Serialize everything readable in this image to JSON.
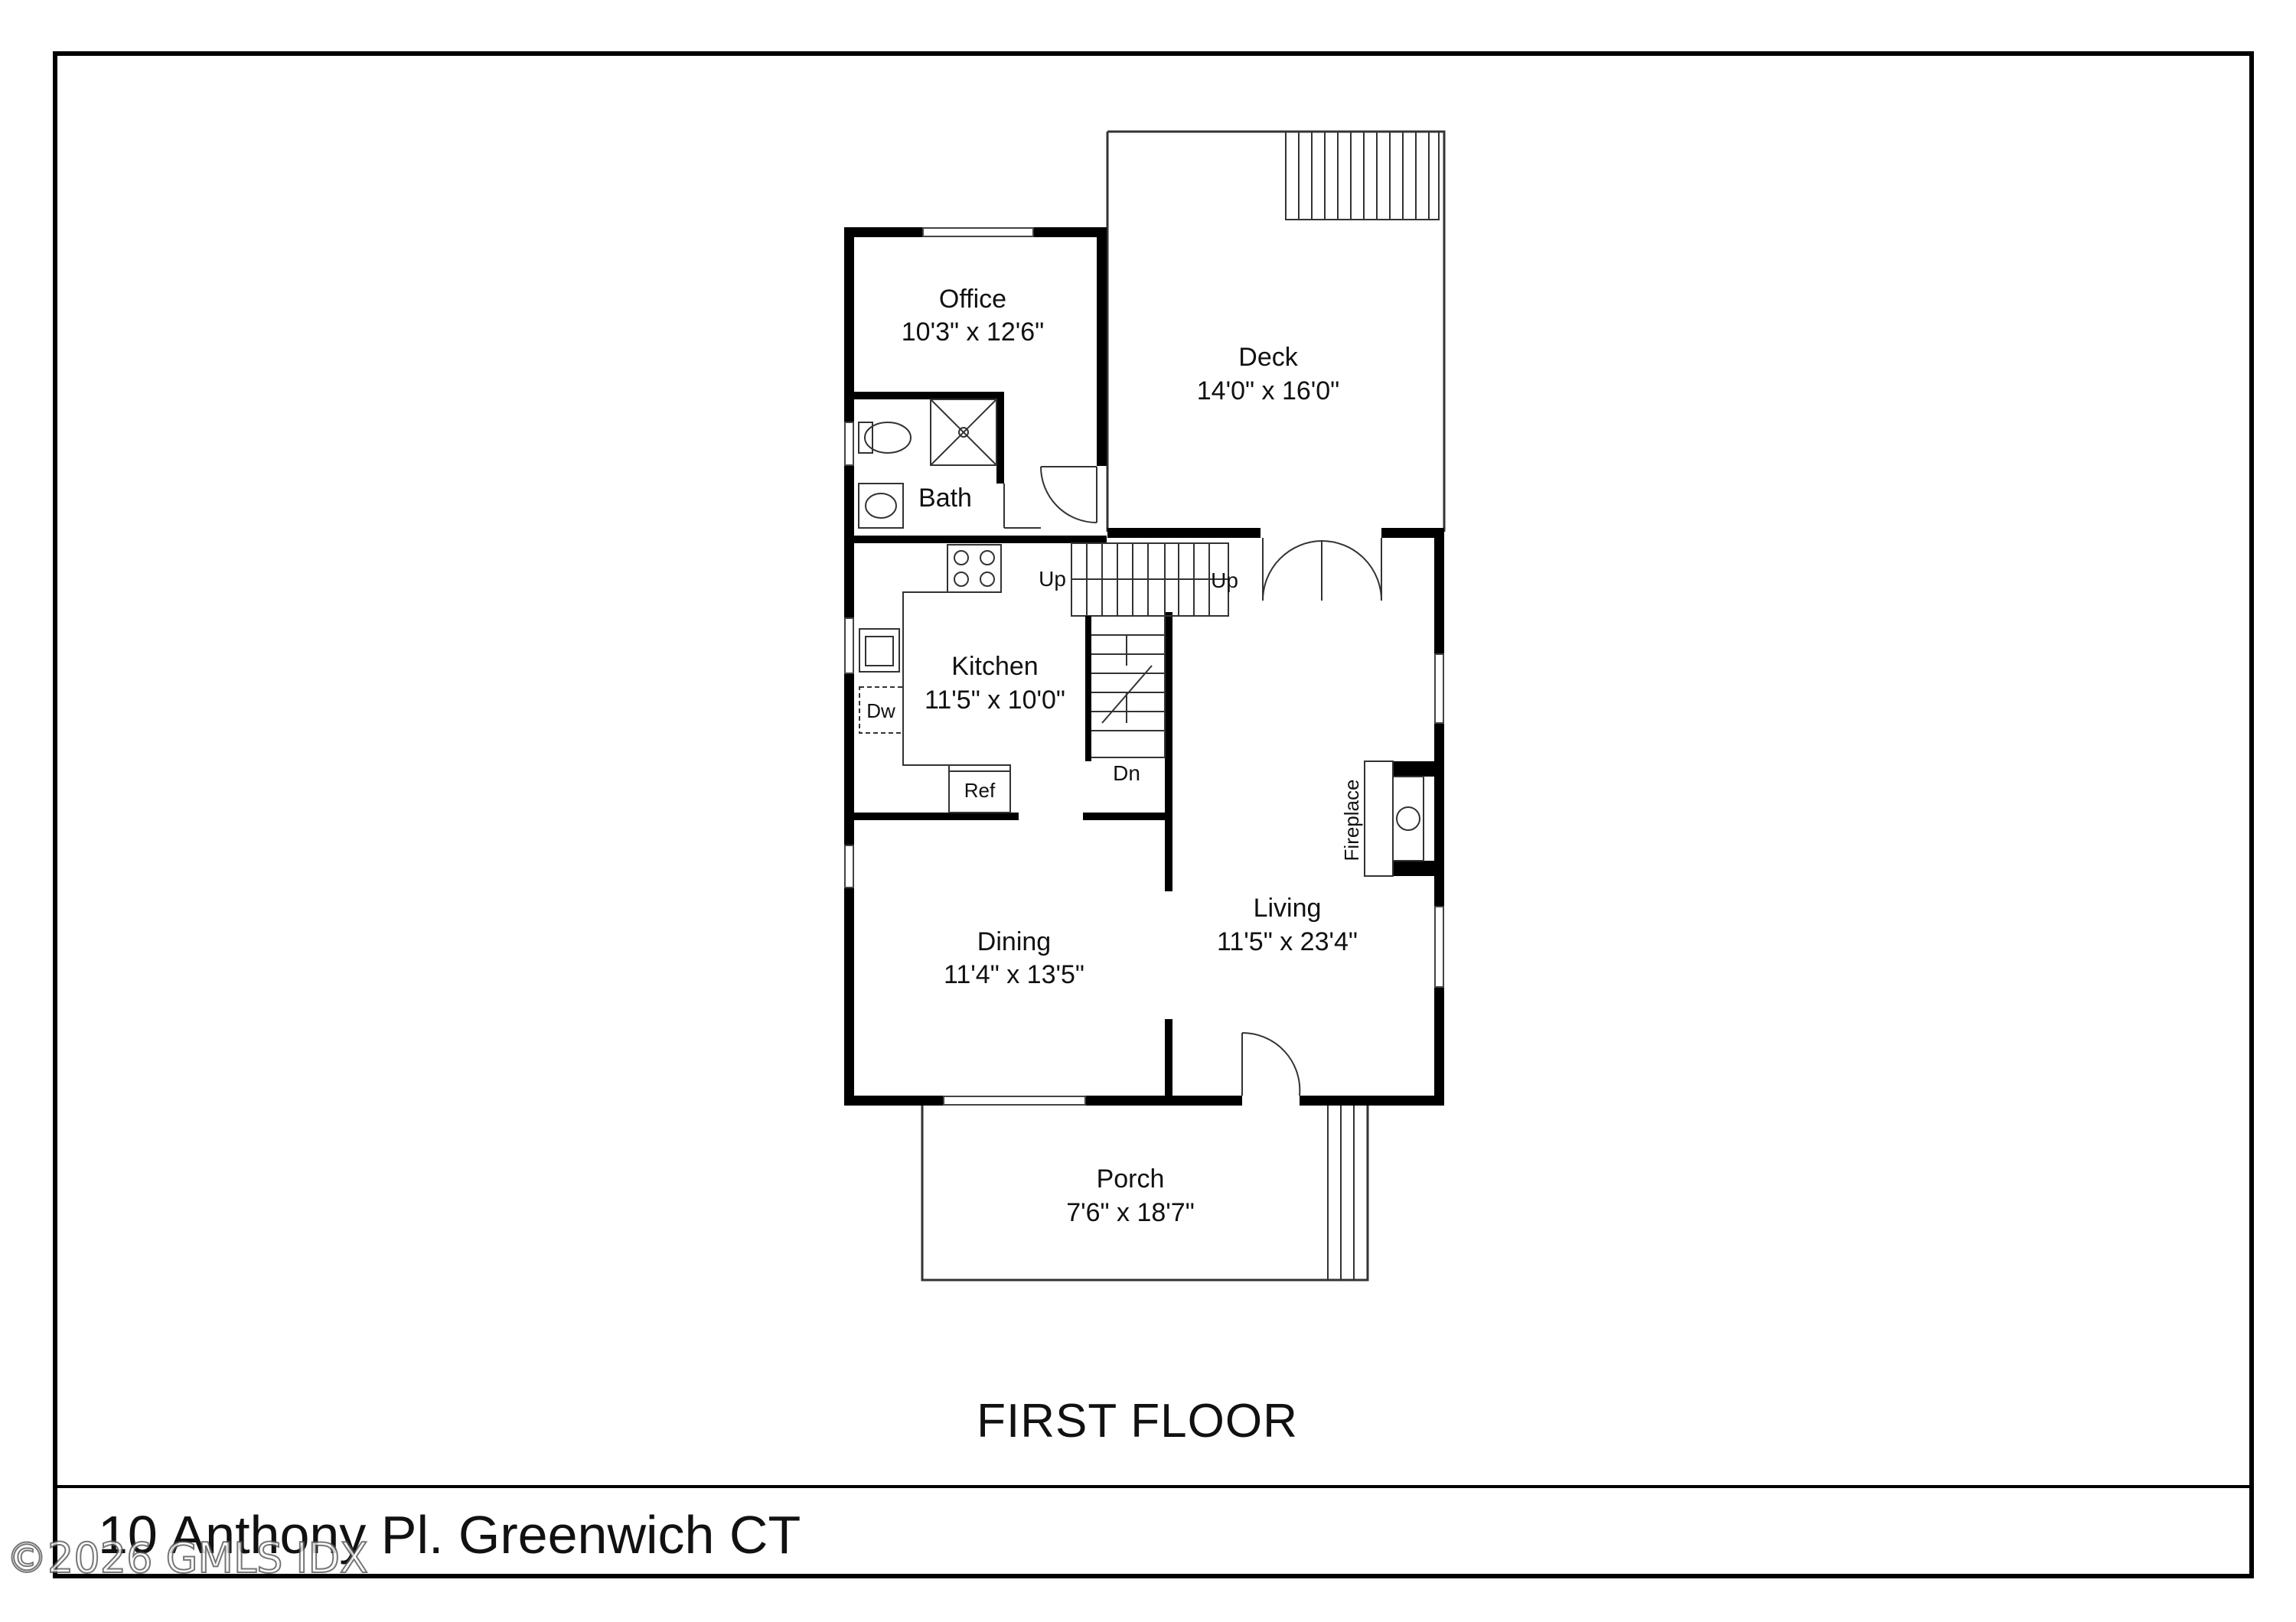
{
  "rooms": {
    "office": {
      "name": "Office",
      "dim": "10'3\" x 12'6\""
    },
    "deck": {
      "name": "Deck",
      "dim": "14'0\" x 16'0\""
    },
    "bath": {
      "name": "Bath"
    },
    "kitchen": {
      "name": "Kitchen",
      "dim": "11'5\" x 10'0\""
    },
    "dining": {
      "name": "Dining",
      "dim": "11'4\" x 13'5\""
    },
    "living": {
      "name": "Living",
      "dim": "11'5\" x 23'4\""
    },
    "porch": {
      "name": "Porch",
      "dim": "7'6\" x 18'7\""
    }
  },
  "labels": {
    "up_left": "Up",
    "up_right": "Up",
    "down": "Dn",
    "fireplace": "Fireplace",
    "dishwasher": "Dw",
    "refrigerator": "Ref"
  },
  "floor_title": "FIRST FLOOR",
  "address": "10 Anthony Pl. Greenwich CT",
  "watermark": "©2026 GMLS IDX"
}
